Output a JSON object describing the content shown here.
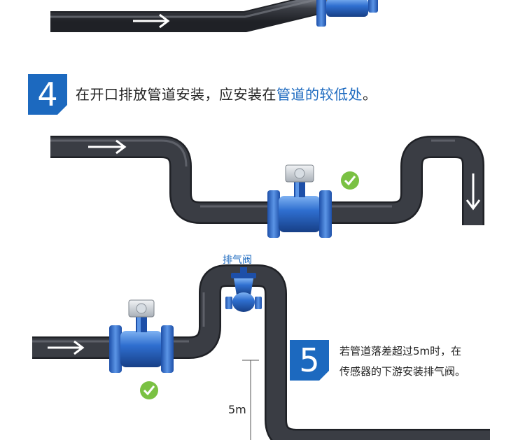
{
  "step4": {
    "number": "4",
    "text_plain": "在开口排放管道安装，应安装在",
    "text_highlight": "管道的较低处",
    "text_end": "。"
  },
  "step5": {
    "number": "5",
    "line1": "若管道落差超过5m时，在",
    "line2": "传感器的下游安装排气阀。"
  },
  "labels": {
    "exhaust_valve": "排气阀",
    "height": "5m"
  },
  "icons": {
    "flow_arrow": "flow-arrow-icon",
    "check": "check-icon"
  },
  "colors": {
    "accent": "#1c69bf",
    "pipe": "#3a3d44",
    "meter_blue": "#2f6fd0",
    "check_green": "#7ac143"
  }
}
